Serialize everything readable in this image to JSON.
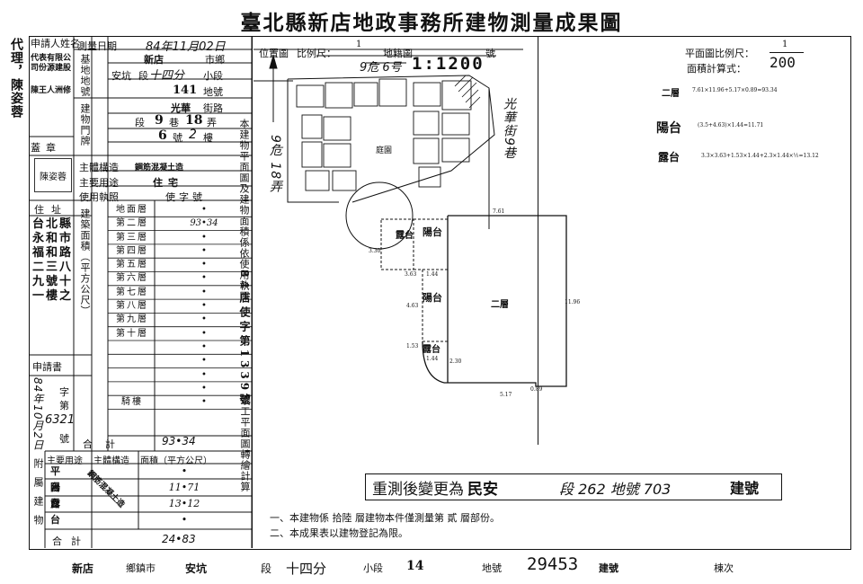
{
  "title": "臺北縣新店地政事務所建物測量成果圖",
  "agent": "代理，陳姿蓉",
  "applicant": {
    "name_label": "申請人姓名",
    "name_value": "陳王人洲修",
    "name_company": "代表有限公司份源建股",
    "seal_label": "蓋章",
    "stamp_text": "陳姿蓉",
    "address_label": "住址",
    "address_value": "台北縣永和市福和路二三八九號十一樓之",
    "application_label": "申請書",
    "app_zi": "字",
    "app_di": "第",
    "app_number": "6321",
    "app_hao": "號",
    "app_date": "84年10月2日"
  },
  "survey_date_label": "測量日期",
  "survey_date_value": "84年11月02日",
  "base_label": "基地地號",
  "district": "新店",
  "district_suffix": "市鄉",
  "section": "安坑",
  "section_suffix": "段",
  "subsection": "十四分",
  "subsection_suffix": "小段",
  "land_no": "141",
  "land_no_suffix": "地號",
  "door_label": "建物門牌",
  "street": "光華",
  "street_suffix": "街路",
  "door_duan": "段",
  "lane": "9",
  "lane_suffix": "巷",
  "alley": "18",
  "alley_suffix": "弄",
  "number": "6",
  "number_suffix": "號",
  "floor_no": "2",
  "floor_suffix": "樓",
  "main_structure_label": "主體構造",
  "main_structure_value": "鋼筋混凝土造",
  "main_use_label": "主要用途",
  "main_use_value": "住宅",
  "license_label": "使用執照",
  "license_value": "使字號",
  "area_col_label": "建築面積（平方公尺）",
  "floors": [
    {
      "label": "地面層",
      "value": "•"
    },
    {
      "label": "第二層",
      "value": "93•34"
    },
    {
      "label": "第三層",
      "value": "•"
    },
    {
      "label": "第四層",
      "value": "•"
    },
    {
      "label": "第五層",
      "value": "•"
    },
    {
      "label": "第六層",
      "value": "•"
    },
    {
      "label": "第七層",
      "value": "•"
    },
    {
      "label": "第八層",
      "value": "•"
    },
    {
      "label": "第九層",
      "value": "•"
    },
    {
      "label": "第十層",
      "value": "•"
    },
    {
      "label": "",
      "value": "•"
    },
    {
      "label": "",
      "value": "•"
    },
    {
      "label": "",
      "value": "•"
    },
    {
      "label": "",
      "value": "•"
    },
    {
      "label": "騎樓",
      "value": "•"
    }
  ],
  "total_label": "合計",
  "total_value": "93•34",
  "annex": {
    "label": "附屬建物",
    "col_use": "主要用途",
    "col_struct": "主體構造",
    "col_area": "面積（平方公尺）",
    "struct_value": "鋼筋混凝土造",
    "rows": [
      {
        "label": "平台",
        "value": "•"
      },
      {
        "label": "陽台",
        "value": "11•71"
      },
      {
        "label": "露台",
        "value": "13•12"
      },
      {
        "label": "",
        "value": "•"
      }
    ],
    "total_label": "合計",
    "total_value": "24•83"
  },
  "vertical_note": "本建物平面圖及建物面積係依使用執照",
  "vertical_note2": "84店使字第1339號",
  "vertical_note3": "竣工平面圖轉繪計算",
  "map": {
    "location_label": "位置圖",
    "scale_label": "比例尺：",
    "scale_value": "1",
    "cadastral_label": "地籍圖",
    "hao_label": "號",
    "handwritten_scale": "1:1200",
    "handwritten_map": "9危 6号",
    "street_label": "光華街9巷",
    "lane_label": "9危 18弄",
    "center_label": "庭園"
  },
  "plan": {
    "scale_label": "平面圖比例尺：",
    "scale_num": "1",
    "scale_den": "200",
    "calc_label": "面積計算式：",
    "floor2_label": "二層",
    "floor2_formula": "7.61×11.96+5.17×0.89=93.34",
    "balcony_label": "陽台",
    "balcony_formula": "(3.5+4.63)×1.44=11.71",
    "terrace_label": "露台",
    "terrace_formula": "3.3×3.63+1.53×1.44+2.3×1.44×½=13.12",
    "room_terrace": "露台",
    "room_balcony1": "陽台",
    "room_balcony2": "陽台",
    "room_terrace2": "露台",
    "room_floor2": "二層",
    "dim_top": "7.61",
    "dim_right": "11.96",
    "dim_bottom": "5.17",
    "dim_left1": "3.30",
    "dim_left2": "4.63",
    "dim_left3": "1.53",
    "dim_144a": "1.44",
    "dim_144b": "1.44",
    "dim_363": "3.63",
    "dim_089": "0.89",
    "dim_230": "2.30"
  },
  "changed_note_prefix": "重測後變更為",
  "changed_district": "民安",
  "changed_hand": "段 262 地號 703",
  "changed_suffix": "建號",
  "notes": [
    "一、本建物係 拾陸 層建物本件僅測量第 貳 層部份。",
    "二、本成果表以建物登記為限。"
  ],
  "footer": {
    "district": "新店",
    "town_label": "鄉鎮市",
    "section": "安坑",
    "duan": "段",
    "subsection": "十四分",
    "xiaoduan": "小段",
    "land_no": "14",
    "dihao": "地號",
    "build_no": "29453",
    "jianhao": "建號",
    "dongci": "棟次"
  }
}
